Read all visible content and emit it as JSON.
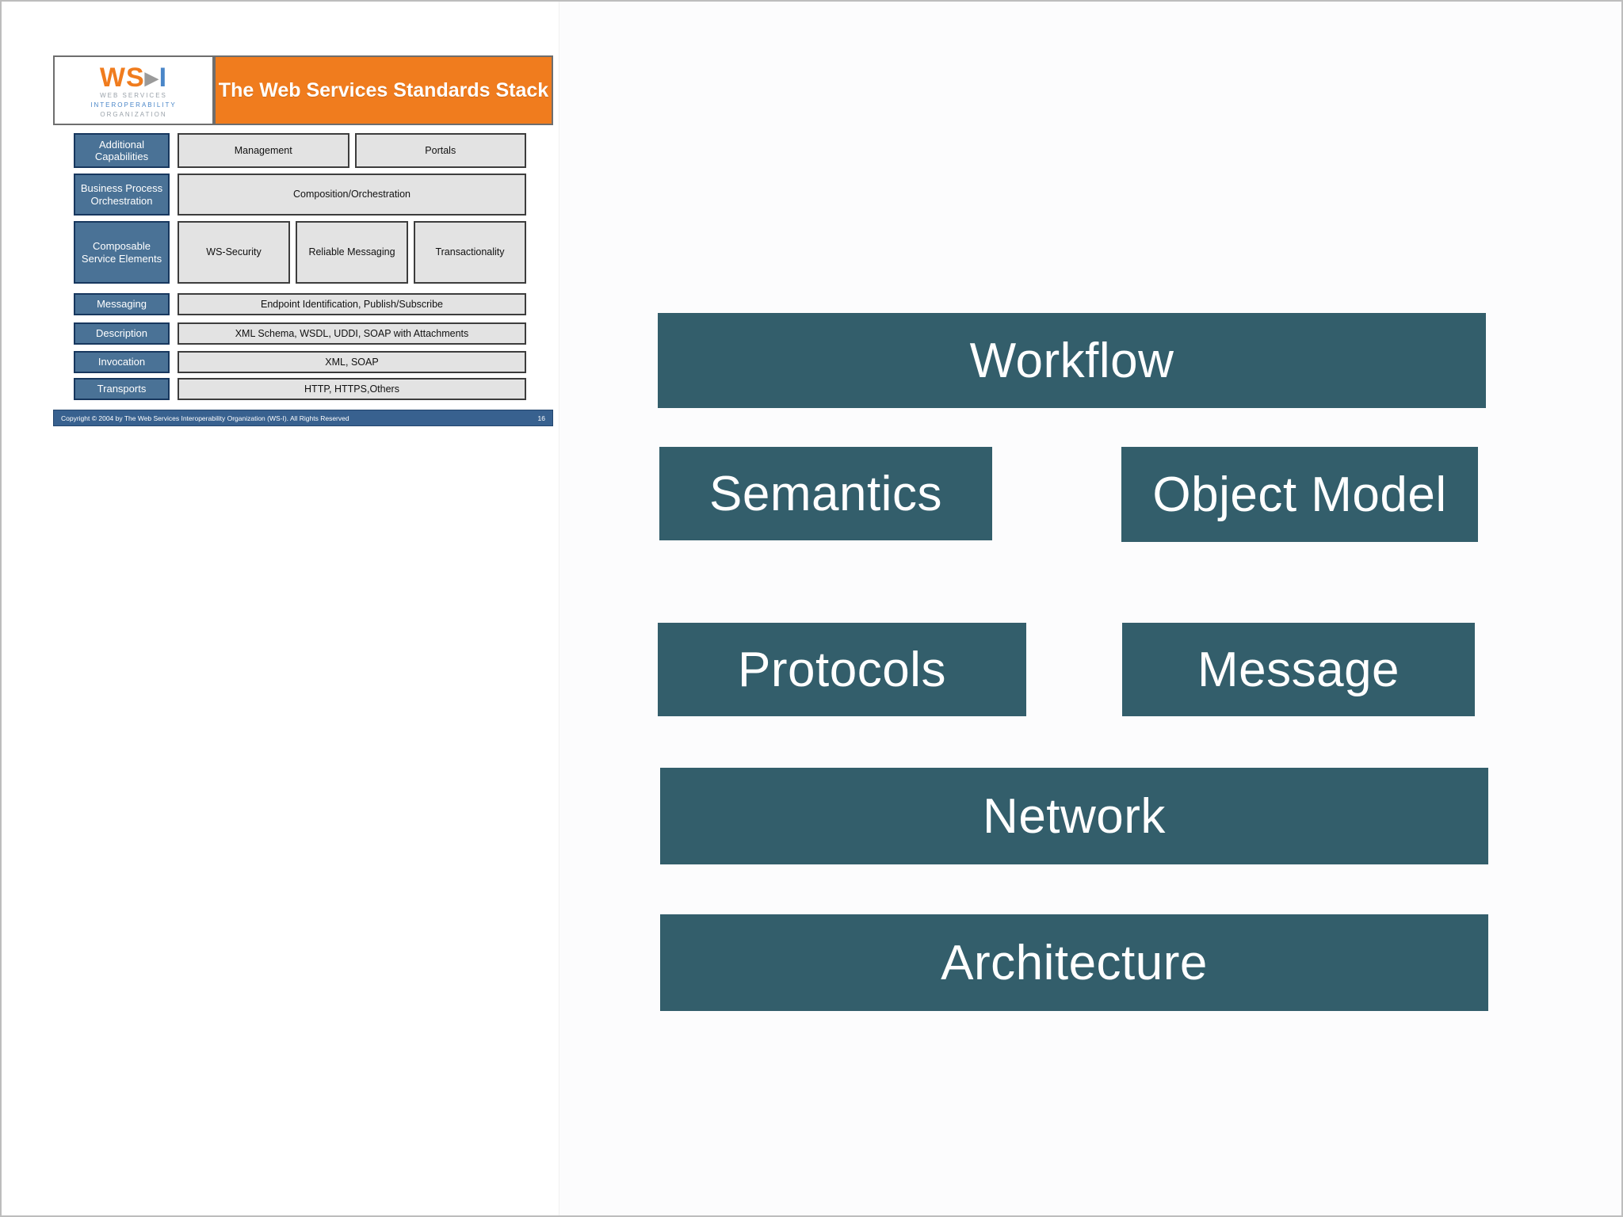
{
  "slide_thumbnail": {
    "logo": {
      "ws": "WS",
      "arrow": "▶",
      "i": "I",
      "line1": "WEB SERVICES",
      "line2": "INTEROPERABILITY",
      "line3": "ORGANIZATION"
    },
    "title": "The Web Services Standards Stack",
    "rows": [
      {
        "label": "Additional Capabilities",
        "cells": [
          "Management",
          "Portals"
        ]
      },
      {
        "label": "Business Process Orchestration",
        "cells": [
          "Composition/Orchestration"
        ]
      },
      {
        "label": "Composable Service Elements",
        "cells": [
          "WS-Security",
          "Reliable Messaging",
          "Transactionality"
        ]
      },
      {
        "label": "Messaging",
        "cells": [
          "Endpoint Identification, Publish/Subscribe"
        ]
      },
      {
        "label": "Description",
        "cells": [
          "XML Schema, WSDL, UDDI, SOAP with Attachments"
        ]
      },
      {
        "label": "Invocation",
        "cells": [
          "XML, SOAP"
        ]
      },
      {
        "label": "Transports",
        "cells": [
          "HTTP, HTTPS,Others"
        ]
      }
    ],
    "footer": {
      "copyright": "Copyright © 2004 by The Web Services Interoperability Organization (WS-I). All Rights Reserved",
      "page_number": "16"
    }
  },
  "main_diagram": {
    "workflow": "Workflow",
    "semantics": "Semantics",
    "object_model": "Object Model",
    "protocols": "Protocols",
    "message": "Message",
    "network": "Network",
    "architecture": "Architecture"
  },
  "colors": {
    "teal_box": "#335e6b",
    "orange_header": "#f07c1e",
    "row_label_blue": "#4a7296",
    "footer_bar_blue": "#38618f",
    "content_cell_gray": "#e3e3e3",
    "logo_blue": "#4a86c8",
    "logo_gray": "#9aa2aa"
  }
}
